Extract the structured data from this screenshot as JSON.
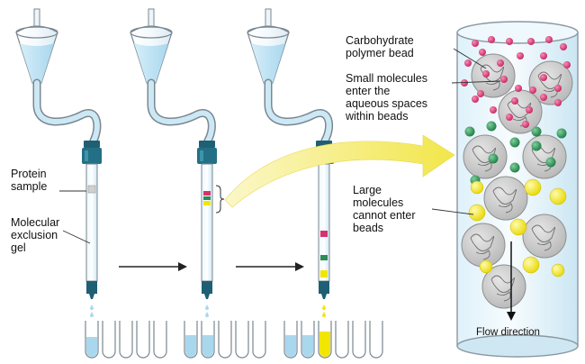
{
  "labels": {
    "protein_sample_1": "Protein",
    "protein_sample_2": "sample",
    "gel_1": "Molecular",
    "gel_2": "exclusion",
    "gel_3": "gel",
    "carb_1": "Carbohydrate",
    "carb_2": "polymer bead",
    "small_1": "Small molecules",
    "small_2": "enter the",
    "small_3": "aqueous spaces",
    "small_4": "within beads",
    "large_1": "Large",
    "large_2": "molecules",
    "large_3": "cannot enter",
    "large_4": "beads",
    "flow": "Flow direction"
  },
  "colors": {
    "liquid": "#bfe3f5",
    "tube_outline": "#7a8790",
    "connector": "#1f5f73",
    "small_molecule": "#d6336c",
    "medium_molecule": "#2e8b57",
    "large_molecule": "#f2e600",
    "arrow_highlight": "#f4ec7a",
    "bead": "#c9c9c9"
  },
  "icons": [
    "funnel-icon",
    "column-icon",
    "test-tube-icon",
    "arrow-right-icon"
  ]
}
